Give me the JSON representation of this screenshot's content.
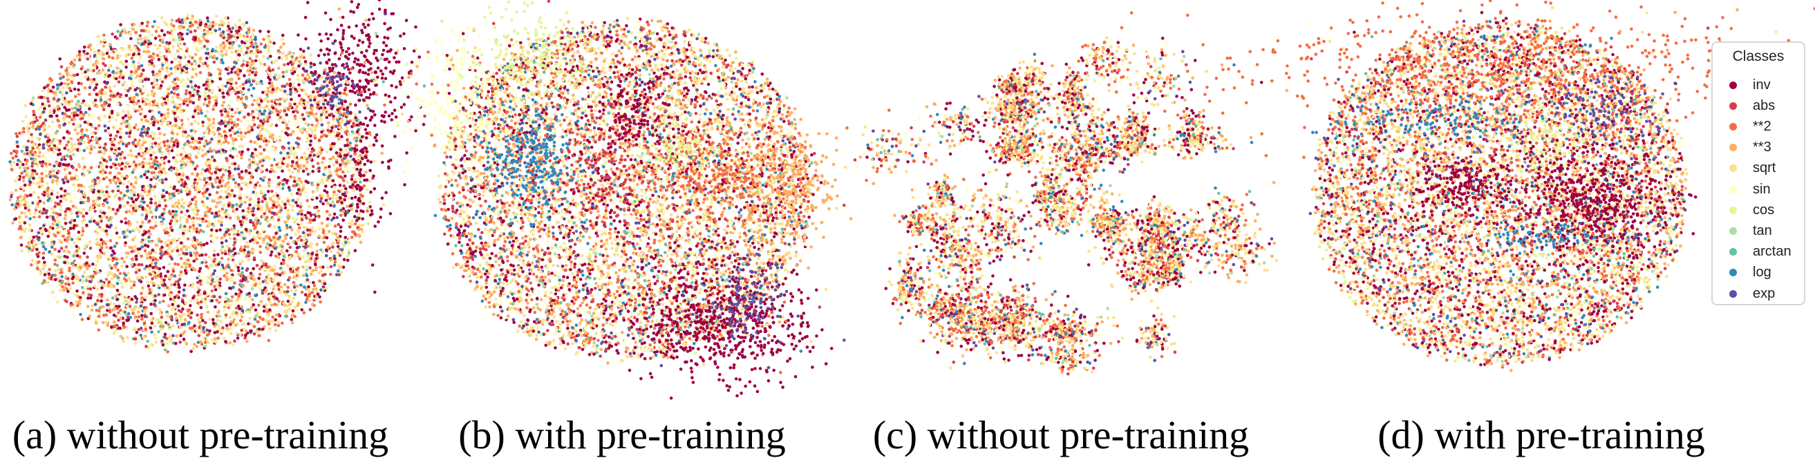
{
  "captions": {
    "a": "(a) without pre-training",
    "b": "(b) with pre-training",
    "c": "(c) without pre-training",
    "d": "(d) with pre-training"
  },
  "legend": {
    "title": "Classes",
    "position": "right",
    "items": [
      {
        "label": "inv",
        "color": "#9e0142"
      },
      {
        "label": "abs",
        "color": "#d53e4f"
      },
      {
        "label": "**2",
        "color": "#f46d43"
      },
      {
        "label": "**3",
        "color": "#fdae61"
      },
      {
        "label": "sqrt",
        "color": "#fee08b"
      },
      {
        "label": "sin",
        "color": "#ffffbf"
      },
      {
        "label": "cos",
        "color": "#e6f598"
      },
      {
        "label": "tan",
        "color": "#abdda4"
      },
      {
        "label": "arctan",
        "color": "#66c2a5"
      },
      {
        "label": "log",
        "color": "#3288bd"
      },
      {
        "label": "exp",
        "color": "#5e4fa2"
      }
    ]
  },
  "chart_data": [
    {
      "type": "scatter",
      "caption": "(a) without pre-training",
      "grid": false,
      "axes": "hidden",
      "series_source": "legend.items",
      "description": "t-SNE embedding; classes largely intermixed, a cluster of inv/exp at upper right"
    },
    {
      "type": "scatter",
      "caption": "(b) with pre-training",
      "grid": false,
      "axes": "hidden",
      "series_source": "legend.items",
      "description": "t-SNE embedding; visible class clusters (log at left, inv/exp at bottom right, **3 at right)"
    },
    {
      "type": "scatter",
      "caption": "(c) without pre-training",
      "grid": false,
      "axes": "hidden",
      "series_source": "legend.items",
      "description": "t-SNE embedding; many small fragmented clusters of mixed classes"
    },
    {
      "type": "scatter",
      "caption": "(d) with pre-training",
      "grid": false,
      "axes": "hidden",
      "series_source": "legend.items",
      "description": "t-SNE embedding; **2 band at top, inv cluster at right, log/exp streaks in middle"
    }
  ]
}
